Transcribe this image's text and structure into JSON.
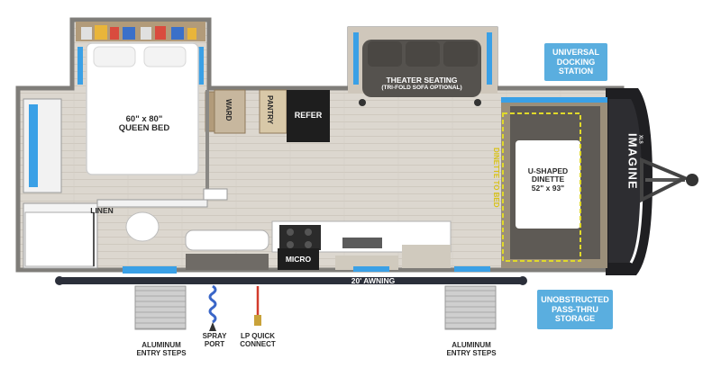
{
  "labels": {
    "queen_bed": [
      "60\" x 80\"",
      "QUEEN BED"
    ],
    "theater_seating": "THEATER SEATING",
    "sofa_optional": "(TRI-FOLD SOFA OPTIONAL)",
    "ward": "WARD",
    "pantry": "PANTRY",
    "refer": "REFER",
    "linen": "LINEN",
    "micro": "MICRO",
    "awning": "20' AWNING",
    "dinette_to_bed": "DINETTE TO BED",
    "u_dinette": [
      "U-SHAPED",
      "DINETTE",
      "52\" x 93\""
    ],
    "brand": "IMAGINE",
    "brand_sub": "XLS",
    "spray_port": [
      "SPRAY",
      "PORT"
    ],
    "lp_quick": [
      "LP QUICK",
      "CONNECT"
    ],
    "steps_left": [
      "ALUMINUM",
      "ENTRY STEPS"
    ],
    "steps_right": [
      "ALUMINUM",
      "ENTRY STEPS"
    ]
  },
  "callouts": {
    "docking": [
      "UNIVERSAL",
      "DOCKING",
      "STATION"
    ],
    "storage": [
      "UNOBSTRUCTED",
      "PASS-THRU",
      "STORAGE"
    ]
  },
  "colors": {
    "floor": "#d9d4cc",
    "wall": "#8a8884",
    "sofa": "#55524e",
    "dinette": "#5e5a55",
    "window": "#3aa0e6",
    "callout": "#5aaedf",
    "awning": "#2b2f3a",
    "hose": "#3a66c8",
    "lp_line": "#d33b2c",
    "dinette_bed_line": "#e0d92a"
  }
}
